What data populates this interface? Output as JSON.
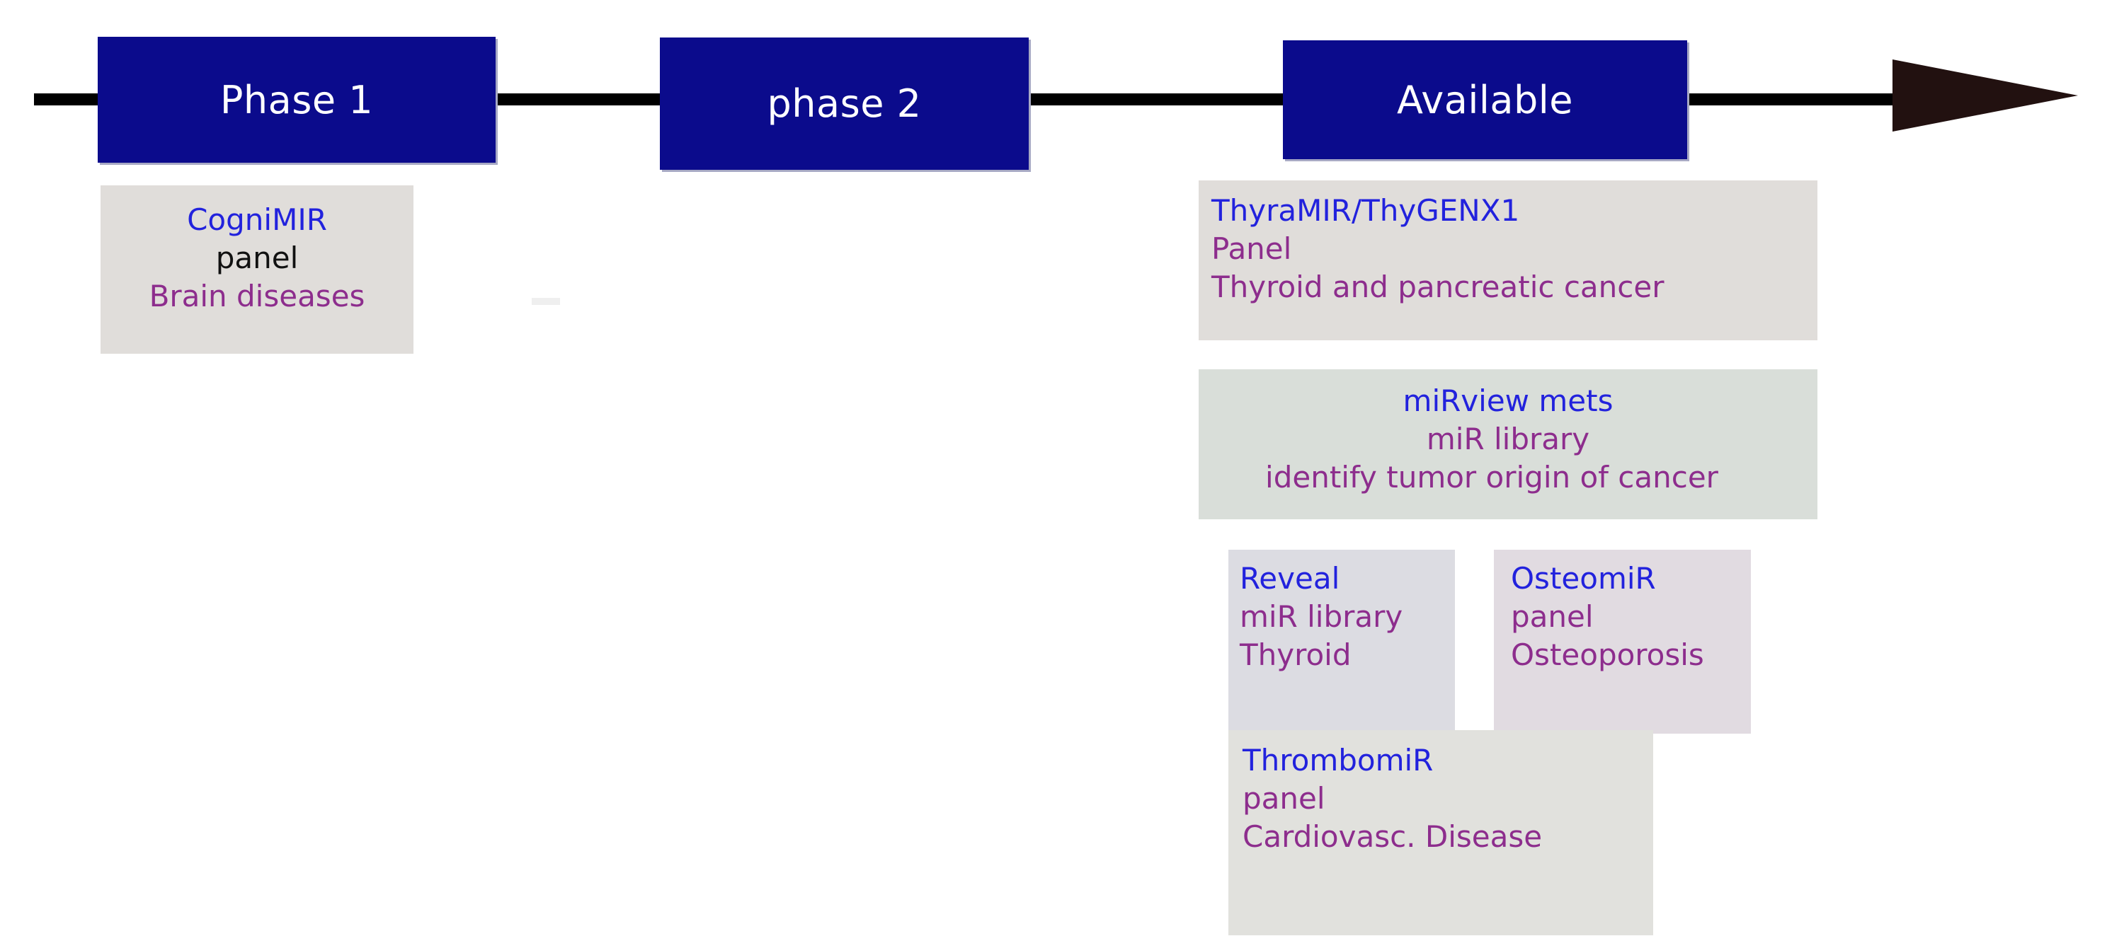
{
  "diagram": {
    "title_text": "",
    "arrow": {
      "name": "development-timeline-arrow",
      "direction": "left-to-right",
      "line_color": "#000000",
      "arrowhead_color": "#221110"
    },
    "colors": {
      "phase_box_fill": "#0b0b8c",
      "phase_box_text": "#ffffff",
      "product_name": "#2222dd",
      "product_detail": "#8d2d8d",
      "product_detail_alt": "#111111",
      "card_grey": "#e0ddda",
      "card_green_grey": "#d9ded9",
      "card_lavender": "#dcdce2",
      "card_pink_grey": "#e1dbe1"
    },
    "phases": [
      {
        "id": "phase-1",
        "label": "Phase 1"
      },
      {
        "id": "phase-2",
        "label": "phase 2"
      },
      {
        "id": "available",
        "label": "Available"
      }
    ],
    "cards": [
      {
        "id": "cognimir",
        "phase": "phase-1",
        "name": "CogniMIR",
        "type": "panel",
        "indication": "Brain diseases"
      },
      {
        "id": "thyramir",
        "phase": "available",
        "name": "ThyraMIR/ThyGENX1",
        "type": "Panel",
        "indication": "Thyroid and pancreatic cancer"
      },
      {
        "id": "mirview",
        "phase": "available",
        "name": "miRview mets",
        "type": "miR library",
        "indication": "identify tumor origin of cancer"
      },
      {
        "id": "reveal",
        "phase": "available",
        "name": "Reveal",
        "type": "miR library",
        "indication": "Thyroid"
      },
      {
        "id": "osteomir",
        "phase": "available",
        "name": "OsteomiR",
        "type": "panel",
        "indication": "Osteoporosis"
      },
      {
        "id": "thrombomir",
        "phase": "available",
        "name": "ThrombomiR",
        "type": "panel",
        "indication": "Cardiovasc. Disease"
      }
    ]
  }
}
